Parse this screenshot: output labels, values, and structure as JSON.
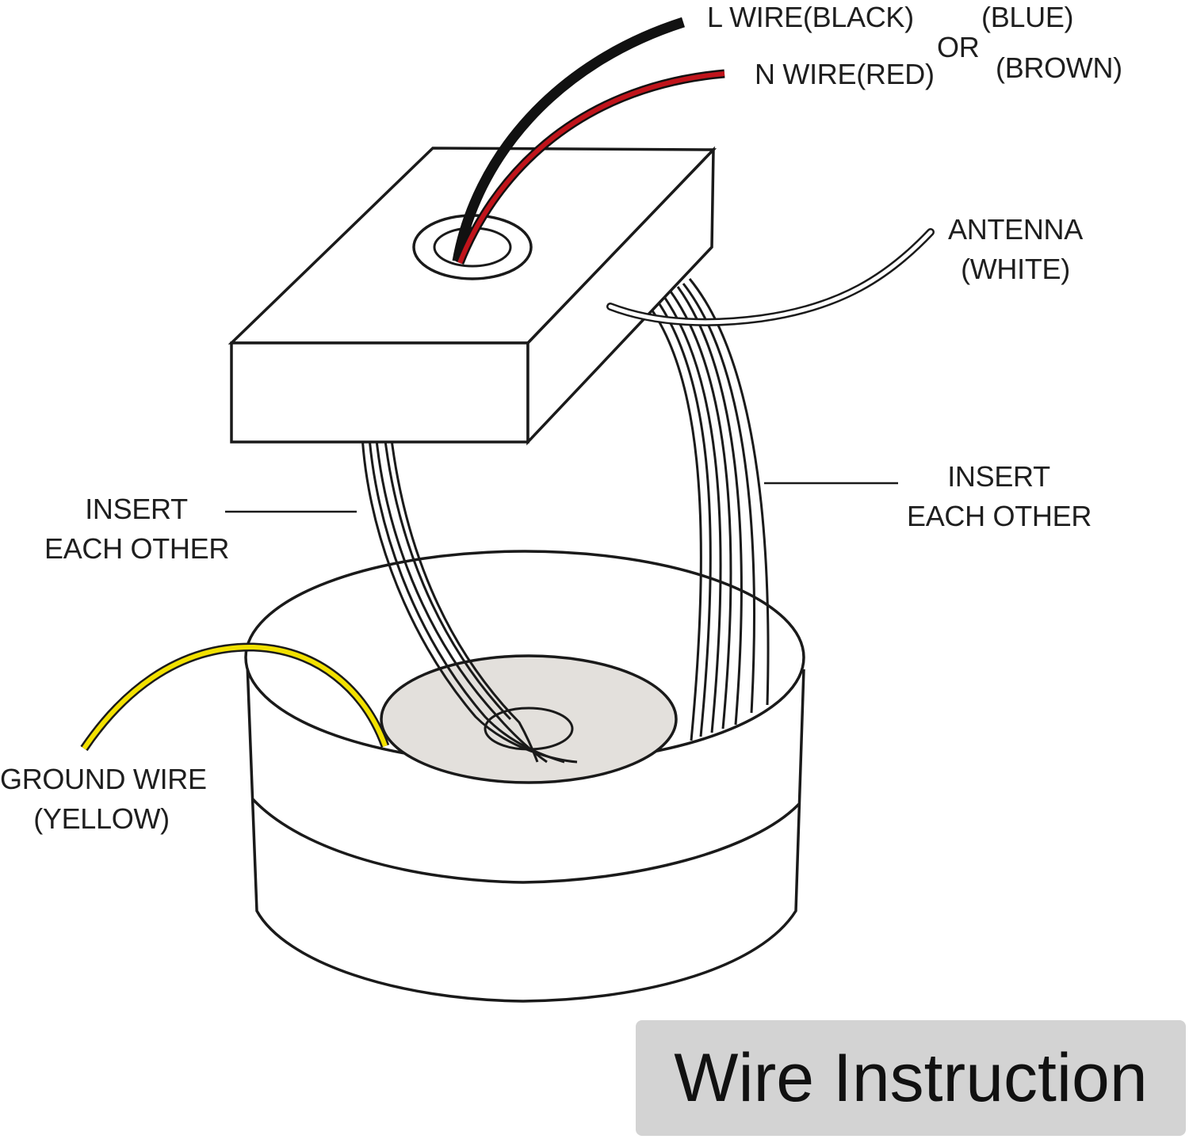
{
  "labels": {
    "l_wire": "L WIRE(BLACK)",
    "n_wire": "N WIRE(RED)",
    "or": "OR",
    "blue": "(BLUE)",
    "brown": "(BROWN)",
    "antenna_1": "ANTENNA",
    "antenna_2": "(WHITE)",
    "insert_left_1": "INSERT",
    "insert_left_2": "EACH OTHER",
    "insert_right_1": "INSERT",
    "insert_right_2": "EACH OTHER",
    "ground_1": "GROUND WIRE",
    "ground_2": "(YELLOW)"
  },
  "title": "Wire Instruction",
  "colors": {
    "l_wire": "#111111",
    "n_wire": "#c0141b",
    "ground_wire": "#f2e100",
    "antenna": "#ffffff",
    "outline": "#1a1a1a",
    "base_disc": "#e3e0dc",
    "title_box": "#d3d3d3"
  }
}
